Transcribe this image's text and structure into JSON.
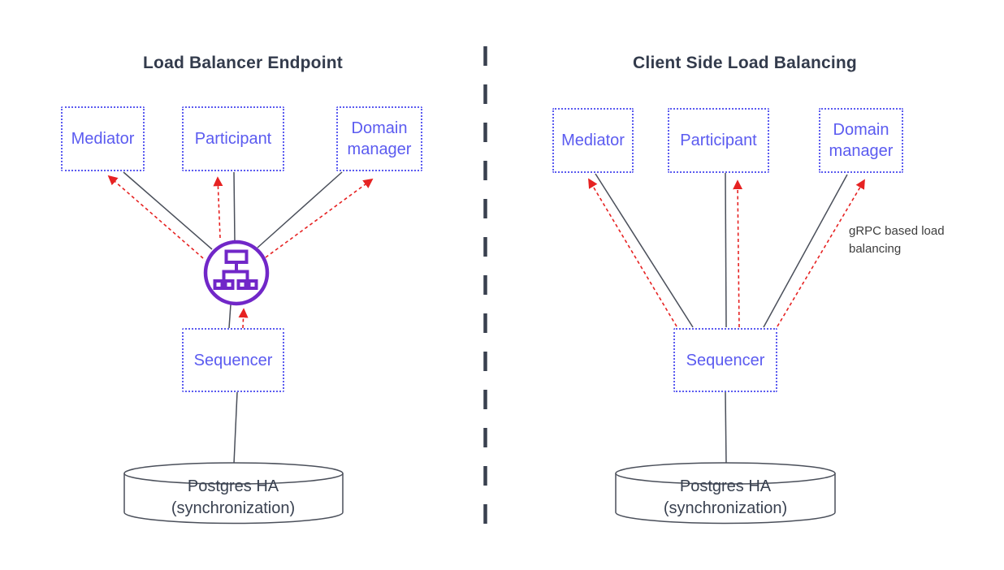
{
  "left": {
    "title": "Load Balancer Endpoint",
    "mediator": "Mediator",
    "participant": "Participant",
    "domain_manager": "Domain manager",
    "sequencer": "Sequencer",
    "database": "Postgres HA (synchronization)"
  },
  "right": {
    "title": "Client Side Load Balancing",
    "mediator": "Mediator",
    "participant": "Participant",
    "domain_manager": "Domain manager",
    "sequencer": "Sequencer",
    "database": "Postgres HA (synchronization)",
    "annotation": "gRPC based load balancing"
  },
  "icons": {
    "load_balancer": "network-hierarchy-load-balancer"
  },
  "colors": {
    "node_blue": "#5b5bf0",
    "load_balancer_purple": "#7127c8",
    "arrow_red": "#e62222",
    "connector_dark": "#4a4f5a",
    "title_dark": "#333b4c",
    "divider_dark": "#39404f"
  }
}
